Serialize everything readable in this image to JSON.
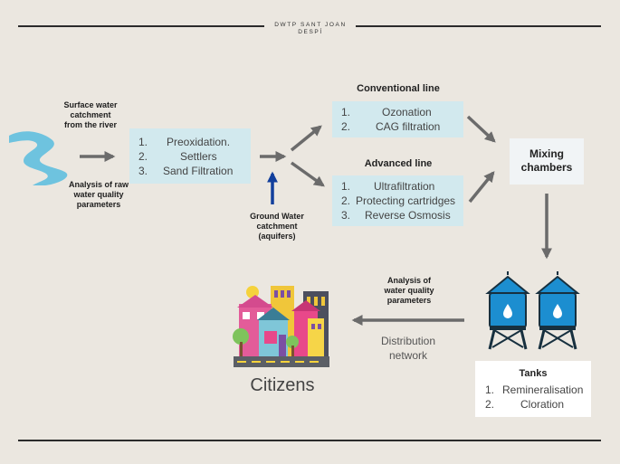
{
  "header": {
    "title": "DWTP SANT JOAN DESPÍ"
  },
  "river": {
    "label": "Surface water catchment from the river",
    "analysis_label": "Analysis of raw water quality parameters"
  },
  "pretreatment": {
    "steps": [
      {
        "num": "1.",
        "text": "Preoxidation."
      },
      {
        "num": "2.",
        "text": "Settlers"
      },
      {
        "num": "3.",
        "text": "Sand Filtration"
      }
    ]
  },
  "groundwater": {
    "label": "Ground Water catchment (aquifers)"
  },
  "conventional": {
    "title": "Conventional line",
    "steps": [
      {
        "num": "1.",
        "text": "Ozonation"
      },
      {
        "num": "2.",
        "text": "CAG filtration"
      }
    ]
  },
  "advanced": {
    "title": "Advanced line",
    "steps": [
      {
        "num": "1.",
        "text": "Ultrafiltration"
      },
      {
        "num": "2.",
        "text": "Protecting cartridges"
      },
      {
        "num": "3.",
        "text": "Reverse Osmosis"
      }
    ]
  },
  "mixing": {
    "label": "Mixing chambers"
  },
  "tanks": {
    "title": "Tanks",
    "steps": [
      {
        "num": "1.",
        "text": "Remineralisation"
      },
      {
        "num": "2.",
        "text": "Cloration"
      }
    ]
  },
  "distribution": {
    "analysis_label": "Analysis of water quality parameters",
    "network_label": "Distribution network"
  },
  "citizens": {
    "label": "Citizens"
  },
  "colors": {
    "background": "#ebe7e0",
    "box_blue": "#d2e9ee",
    "arrow_gray": "#6b6b6b",
    "arrow_blue": "#123f9c",
    "river_blue": "#6ec3df",
    "tank_blue": "#1c8ed0",
    "tank_dark": "#17303f"
  },
  "icons": [
    "river-icon",
    "water-tower-icon",
    "city-buildings-icon"
  ]
}
